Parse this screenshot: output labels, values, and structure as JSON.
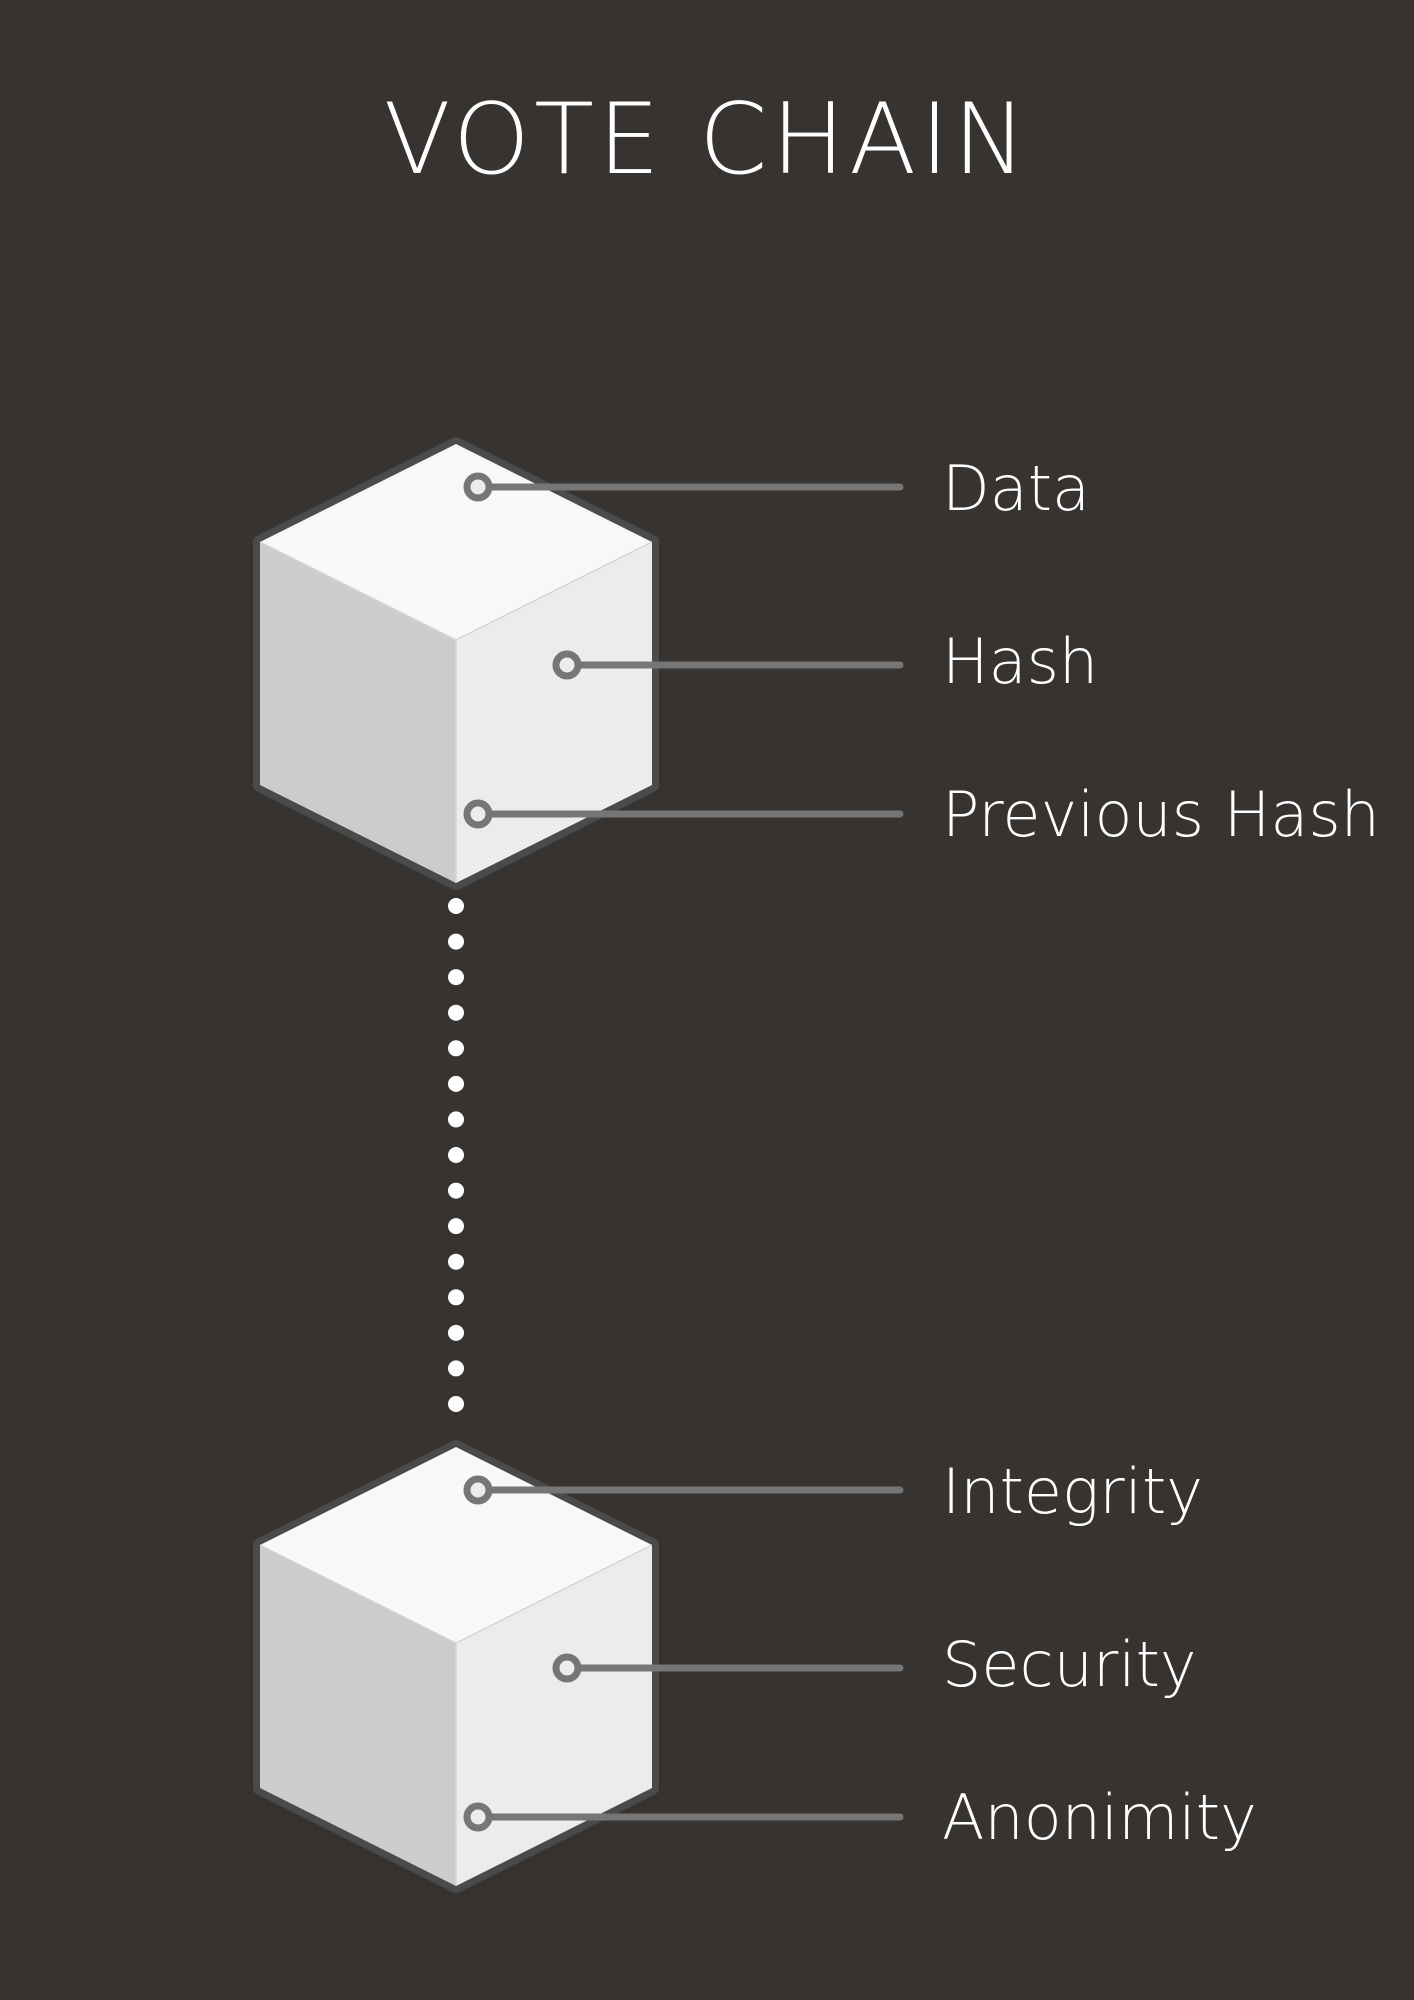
{
  "title": "VOTE CHAIN",
  "colors": {
    "background": "#373330",
    "cube_top": "#f8f8f8",
    "cube_left": "#cccccc",
    "cube_right": "#ececec",
    "cube_outline": "#4a4a4a",
    "connector": "#767676",
    "label_text": "#ffffff",
    "chain_dots": "#ffffff"
  },
  "blocks": [
    {
      "name": "top-block",
      "labels": [
        "Data",
        "Hash",
        "Previous Hash"
      ]
    },
    {
      "name": "bottom-block",
      "labels": [
        "Integrity",
        "Security",
        "Anonimity"
      ]
    }
  ],
  "chain_link": {
    "style": "dotted",
    "dot_count": 15
  }
}
